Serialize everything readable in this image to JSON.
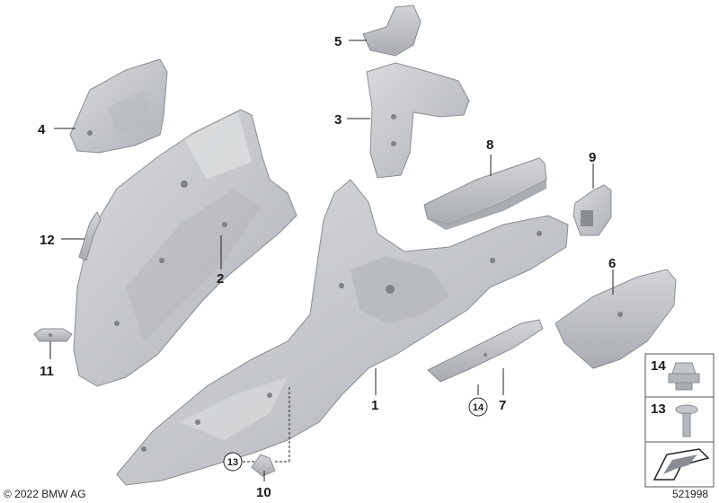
{
  "diagram": {
    "callouts": [
      {
        "id": "1",
        "text": "1"
      },
      {
        "id": "2",
        "text": "2"
      },
      {
        "id": "3",
        "text": "3"
      },
      {
        "id": "4",
        "text": "4"
      },
      {
        "id": "5",
        "text": "5"
      },
      {
        "id": "6",
        "text": "6"
      },
      {
        "id": "7",
        "text": "7"
      },
      {
        "id": "8",
        "text": "8"
      },
      {
        "id": "9",
        "text": "9"
      },
      {
        "id": "10",
        "text": "10"
      },
      {
        "id": "11",
        "text": "11"
      },
      {
        "id": "12",
        "text": "12"
      }
    ],
    "circled_callouts": [
      {
        "id": "13",
        "text": "13"
      },
      {
        "id": "14",
        "text": "14"
      }
    ],
    "legend_items": [
      {
        "id": "14",
        "text": "14"
      },
      {
        "id": "13",
        "text": "13"
      }
    ],
    "copyright": "© 2022 BMW AG",
    "diagram_number": "521998",
    "colors": {
      "part_fill": "#c9cbce",
      "part_shade": "#b3b6ba",
      "part_light": "#dcdee0",
      "stroke": "#8a8d92"
    }
  }
}
